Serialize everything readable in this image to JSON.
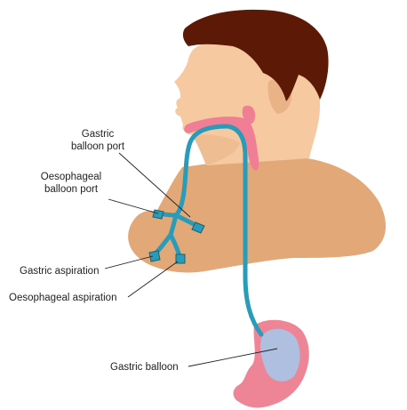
{
  "labels": {
    "gastric_balloon_port": [
      "Gastric",
      "balloon port"
    ],
    "oesophageal_balloon_port": [
      "Oesophageal",
      "balloon port"
    ],
    "gastric_aspiration": "Gastric aspiration",
    "oesophageal_aspiration": "Oesophageal aspiration",
    "gastric_balloon": "Gastric balloon"
  },
  "colors": {
    "hair": "#5c1a06",
    "skin": "#f7c9a0",
    "skin_shadow": "#eab287",
    "body": "#e3a878",
    "airway": "#f07f96",
    "tube": "#2a9bb8",
    "tube_outline": "#1b5f72",
    "stomach": "#ee8597",
    "balloon": "#aebfe0",
    "leader": "#222222"
  }
}
